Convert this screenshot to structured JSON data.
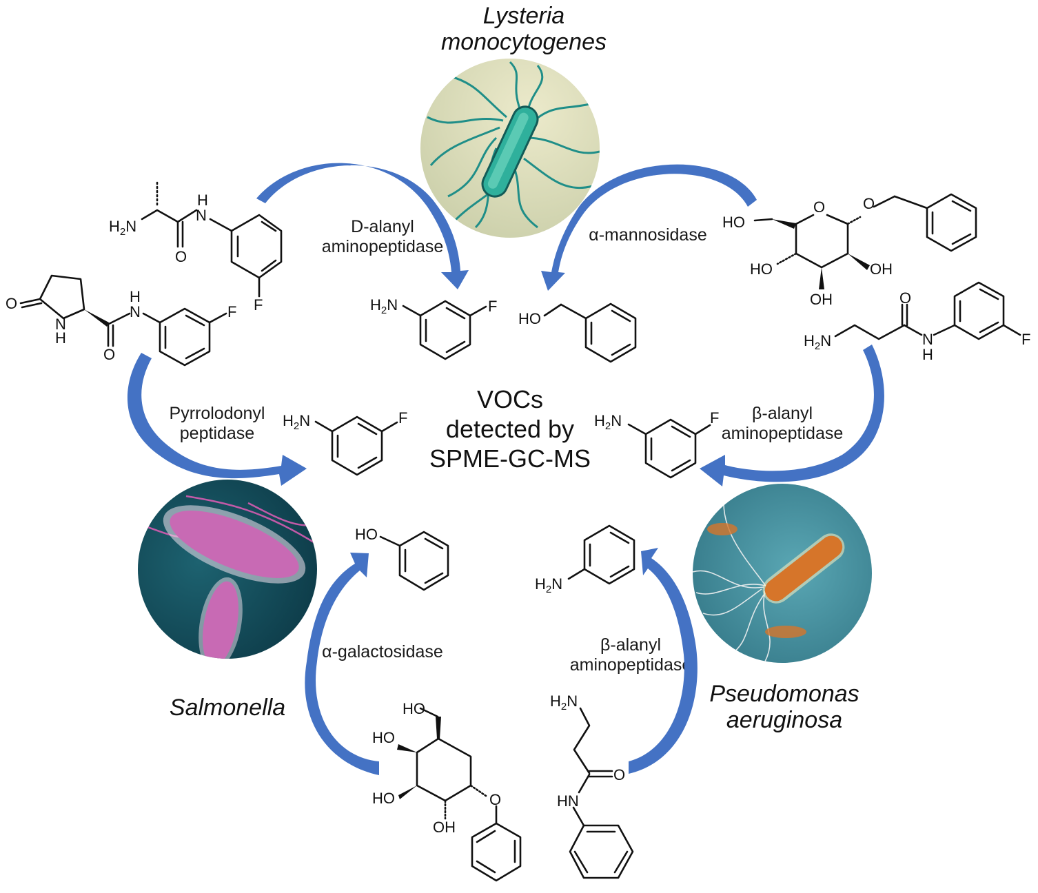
{
  "figure": {
    "center_label": [
      "VOCs",
      "detected by",
      "SPME-GC-MS"
    ],
    "colors": {
      "arrow": "#4472c4",
      "arrow_dark": "#2f5597",
      "text": "#111111"
    }
  },
  "organisms": [
    {
      "id": "listeria",
      "name_lines": [
        "Lysteria",
        "monocytogenes"
      ],
      "image": "listeria-bacterium-image",
      "palette": {
        "bg": "#d9dcb8",
        "cell": "#2fae9a",
        "flagella": "#1f8c86"
      }
    },
    {
      "id": "salmonella",
      "name_lines": [
        "Salmonella"
      ],
      "image": "salmonella-bacterium-image",
      "palette": {
        "bg": "#0f4a58",
        "cell": "#c96ab3",
        "fringe": "#f2e6f0"
      }
    },
    {
      "id": "pseudomonas",
      "name_lines": [
        "Pseudomonas",
        "aeruginosa"
      ],
      "image": "pseudomonas-bacterium-image",
      "palette": {
        "bg": "#3f8f9f",
        "cell": "#d9782a",
        "flagella": "#f0f0f0"
      }
    }
  ],
  "enzymes": {
    "d_alanyl": [
      "D-alanyl",
      "aminopeptidase"
    ],
    "mannosidase": [
      "α-mannosidase"
    ],
    "pyrrolidonyl": [
      "Pyrrolodonyl",
      "peptidase"
    ],
    "beta_alanyl_right": [
      "β-alanyl",
      "aminopeptidase"
    ],
    "galactosidase": [
      "α-galactosidase"
    ],
    "beta_alanyl_bottom": [
      "β-alanyl",
      "aminopeptidase"
    ]
  },
  "atoms": {
    "H2N": {
      "main": "H",
      "sub": "2",
      "tail": "N"
    },
    "NH2_bottom": {
      "main": "H",
      "sub": "2",
      "tail": "N"
    },
    "H": "H",
    "N": "N",
    "O": "O",
    "F": "F",
    "HO": "HO",
    "OH": "OH",
    "HN": "HN"
  },
  "substrates": [
    {
      "id": "d-alanyl-3-fluoroanilide",
      "enzyme": "D-alanyl aminopeptidase",
      "product": "3-fluoroaniline"
    },
    {
      "id": "pyroglutamyl-3-fluoroanilide",
      "enzyme": "Pyrrolodonyl peptidase",
      "product": "3-fluoroaniline"
    },
    {
      "id": "benzyl-alpha-mannoside",
      "enzyme": "α-mannosidase",
      "product": "benzyl alcohol"
    },
    {
      "id": "beta-alanyl-3-fluoroanilide",
      "enzyme": "β-alanyl aminopeptidase",
      "product": "3-fluoroaniline"
    },
    {
      "id": "phenyl-alpha-galactoside",
      "enzyme": "α-galactosidase",
      "product": "phenol"
    },
    {
      "id": "beta-alanyl-anilide",
      "enzyme": "β-alanyl aminopeptidase",
      "product": "aniline"
    }
  ]
}
